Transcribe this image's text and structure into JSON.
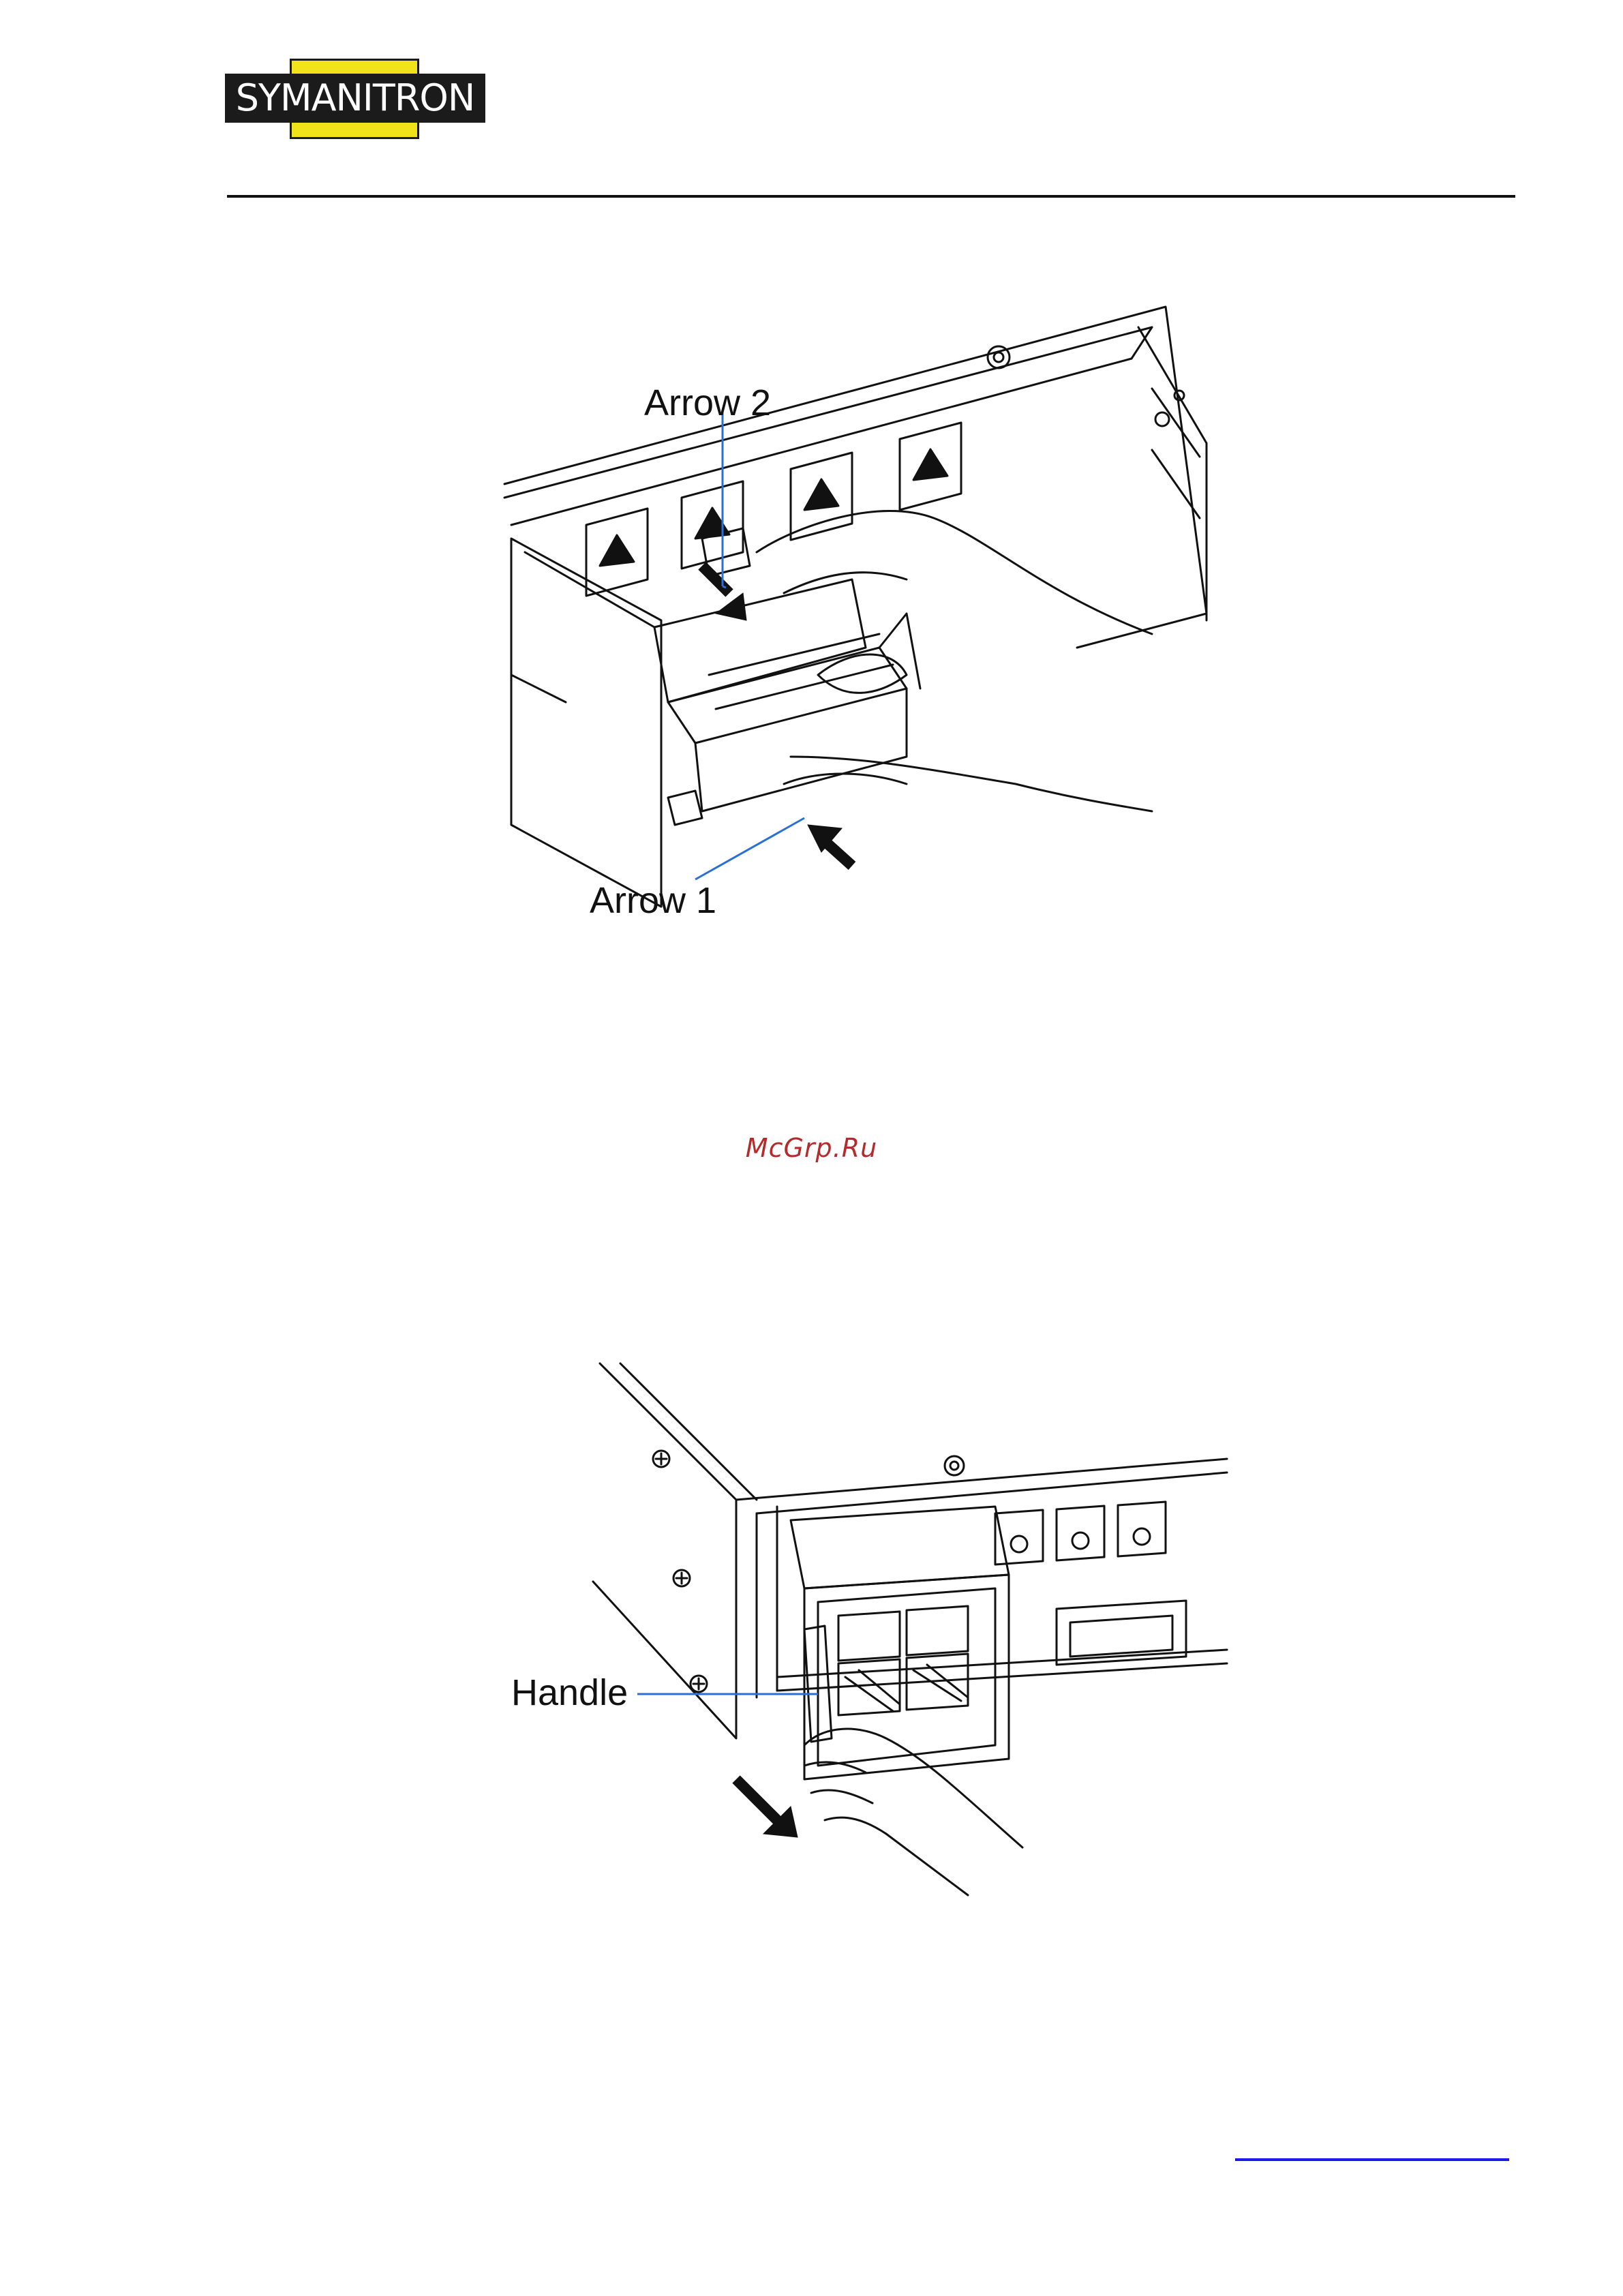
{
  "header": {
    "brand": "SYMANITRON"
  },
  "figure1": {
    "callouts": {
      "arrow_2": "Arrow 2",
      "arrow_1": "Arrow 1"
    }
  },
  "watermark": {
    "text": "McGrp.Ru"
  },
  "figure2": {
    "callouts": {
      "handle": "Handle"
    }
  },
  "colors": {
    "brand_yellow": "#f1e31a",
    "brand_black": "#1b1b1b",
    "watermark": "#b32b2b",
    "callout_line": "#2a6fd6",
    "link_underline": "#1a1ae6"
  }
}
